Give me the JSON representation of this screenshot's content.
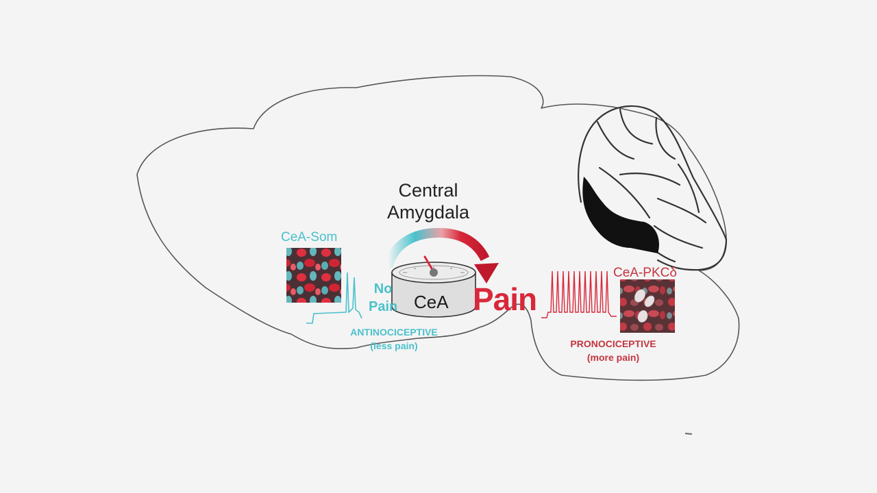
{
  "labels": {
    "title_line1": "Central",
    "title_line2": "Amygdala",
    "cea": "CeA",
    "pain": "Pain",
    "no_pain_line1": "No",
    "no_pain_line2": "Pain",
    "cea_som": "CeA-Som",
    "cea_pkcd": "CeA-PKCδ",
    "antinociceptive": "ANTINOCICEPTIVE",
    "less_pain": "(less pain)",
    "pronociceptive": "PRONOCICEPTIVE",
    "more_pain": "(more pain)"
  },
  "colors": {
    "cyan": "#49c1cc",
    "red": "#d8283a",
    "outline": "#555555",
    "background": "#f4f4f4"
  }
}
